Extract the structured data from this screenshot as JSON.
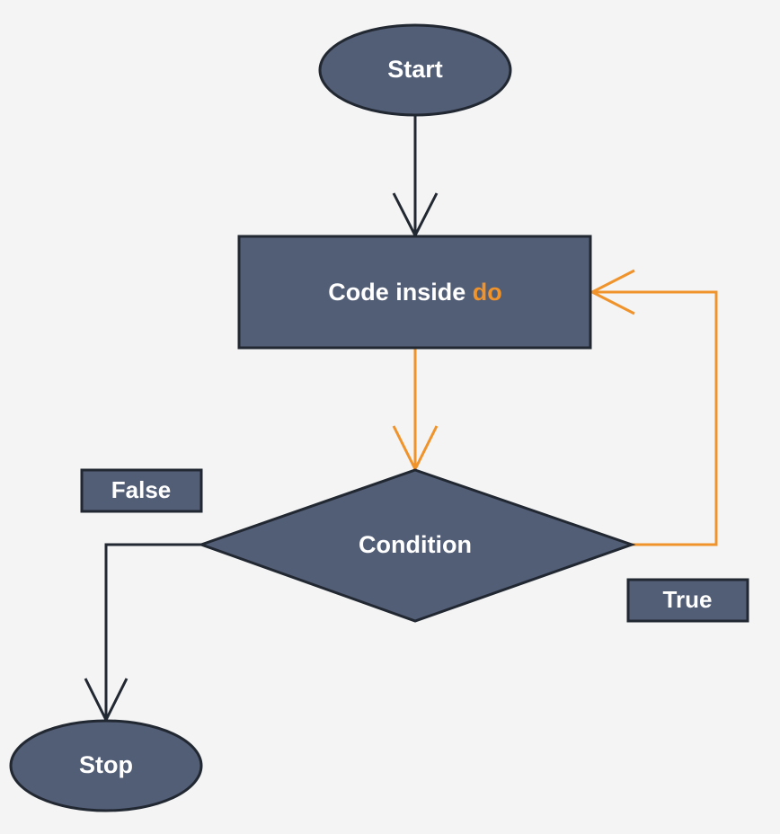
{
  "diagram": {
    "nodes": {
      "start": {
        "label": "Start"
      },
      "process": {
        "label_main": "Code inside ",
        "label_keyword": "do"
      },
      "condition": {
        "label": "Condition"
      },
      "stop": {
        "label": "Stop"
      }
    },
    "edge_labels": {
      "false": "False",
      "true": "True"
    }
  },
  "colors": {
    "background": "#f4f4f4",
    "node_fill": "#525d76",
    "node_stroke": "#222831",
    "arrow_dark": "#222831",
    "arrow_accent": "#f0932b",
    "keyword": "#f0932b",
    "text": "#ffffff"
  }
}
